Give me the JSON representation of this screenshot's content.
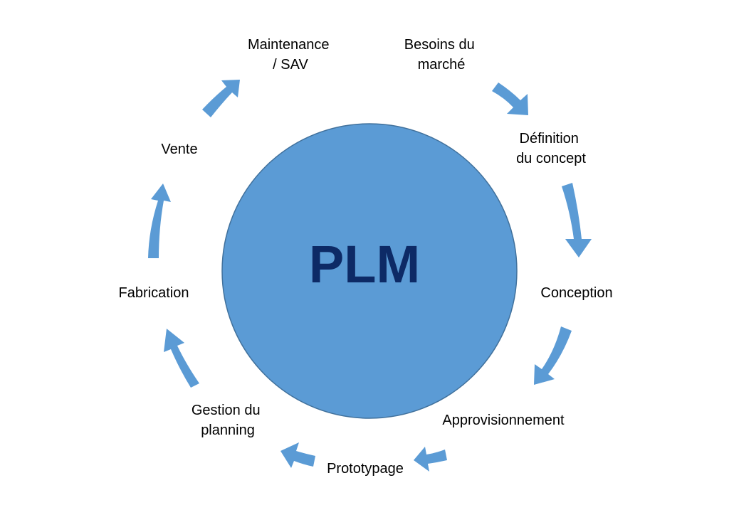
{
  "center": {
    "label": "PLM"
  },
  "colors": {
    "circle_fill": "#5b9bd5",
    "arrow_fill": "#5b9bd5",
    "center_text": "#0d2a66",
    "stage_text": "#000000"
  },
  "stages": [
    {
      "lines": [
        "Besoins du",
        "marché"
      ]
    },
    {
      "lines": [
        "Définition",
        "du concept"
      ]
    },
    {
      "lines": [
        "Conception"
      ]
    },
    {
      "lines": [
        "Approvisionnement"
      ]
    },
    {
      "lines": [
        "Prototypage"
      ]
    },
    {
      "lines": [
        "Gestion du",
        "planning"
      ]
    },
    {
      "lines": [
        "Fabrication"
      ]
    },
    {
      "lines": [
        "Vente"
      ]
    },
    {
      "lines": [
        "Maintenance",
        "/ SAV"
      ]
    }
  ]
}
